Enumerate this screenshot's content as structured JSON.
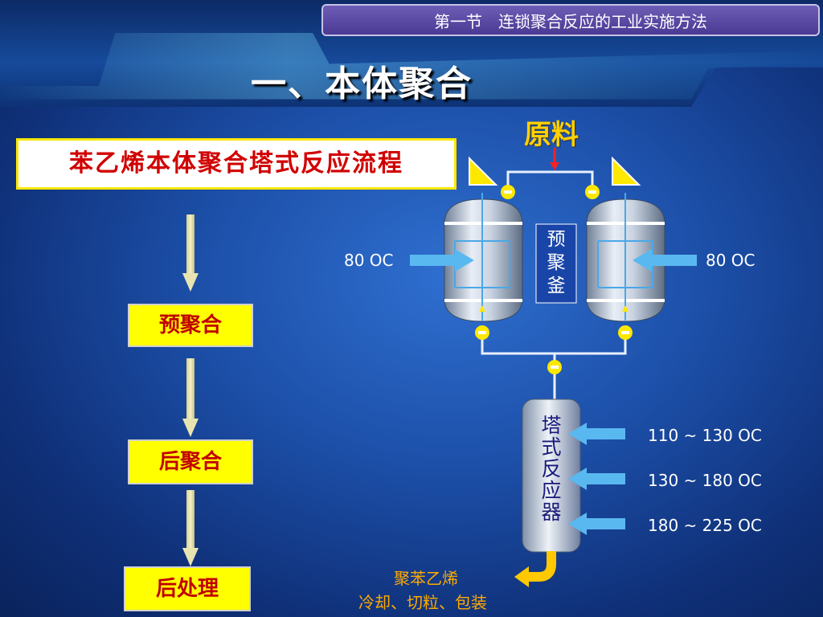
{
  "header": {
    "section": "第一节　连锁聚合反应的工业实施方法",
    "title": "一、本体聚合"
  },
  "diagram": {
    "title": "苯乙烯本体聚合塔式反应流程",
    "steps": [
      "预聚合",
      "后聚合",
      "后处理"
    ],
    "raw_material": "原料",
    "prepolymerizer": "预聚釜",
    "tower_reactor": "塔式反应器",
    "left_temp": "80 OC",
    "right_temp": "80 OC",
    "tower_temps": [
      "110 ~ 130 OC",
      "130 ~ 180 OC",
      "180 ~ 225 OC"
    ],
    "product": "聚苯乙烯",
    "post_process": "冷却、切粒、包装"
  },
  "colors": {
    "title_red": "#d10000",
    "step_yellow": "#ffff00",
    "arrow_blue": "#5ab8f0",
    "product_orange": "#ffaa00"
  }
}
